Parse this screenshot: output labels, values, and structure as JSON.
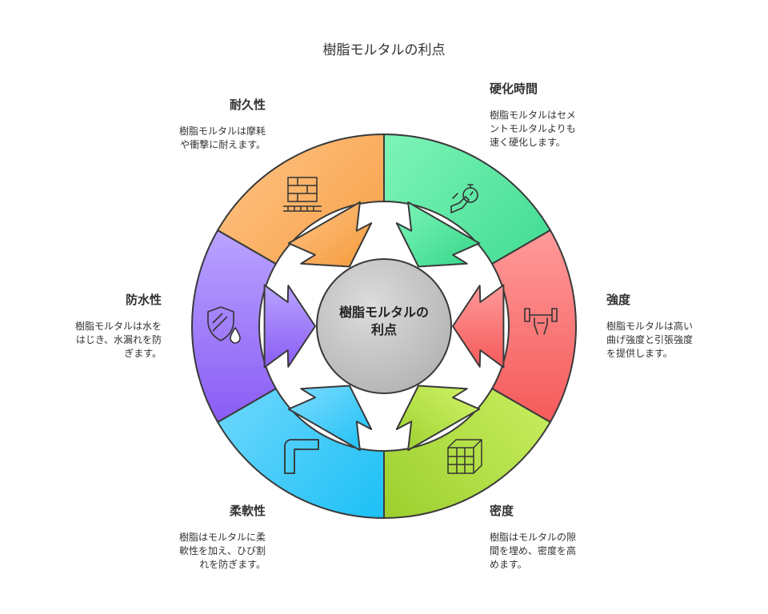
{
  "title": "樹脂モルタルの利点",
  "center": "樹脂モルタルの\n利点",
  "segments": [
    {
      "id": "hardening",
      "label": "硬化時間",
      "desc": "樹脂モルタルはセメ\nントモルタルよりも\n速く硬化します。",
      "color": "#3ccf86",
      "icon": "stopwatch-hand-icon"
    },
    {
      "id": "strength",
      "label": "強度",
      "desc": "樹脂モルタルは高い\n曲げ強度と引張強度\nを提供します。",
      "color": "#f05c5c",
      "icon": "dumbbell-icon"
    },
    {
      "id": "density",
      "label": "密度",
      "desc": "樹脂はモルタルの隙\n間を埋め、密度を高\nめます。",
      "color": "#9cc92a",
      "icon": "cube-grid-icon"
    },
    {
      "id": "flexibility",
      "label": "柔軟性",
      "desc": "樹脂はモルタルに柔\n軟性を加え、ひび割\nれを防ぎます。",
      "color": "#1eaee6",
      "icon": "pipe-elbow-icon"
    },
    {
      "id": "waterproof",
      "label": "防水性",
      "desc": "樹脂モルタルは水を\nはじき、水漏れを防\nぎます。",
      "color": "#8c5cf0",
      "icon": "shield-droplet-icon"
    },
    {
      "id": "durability",
      "label": "耐久性",
      "desc": "樹脂モルタルは摩耗\nや衝撃に耐えます。",
      "color": "#f08a30",
      "icon": "brick-wall-icon"
    }
  ]
}
